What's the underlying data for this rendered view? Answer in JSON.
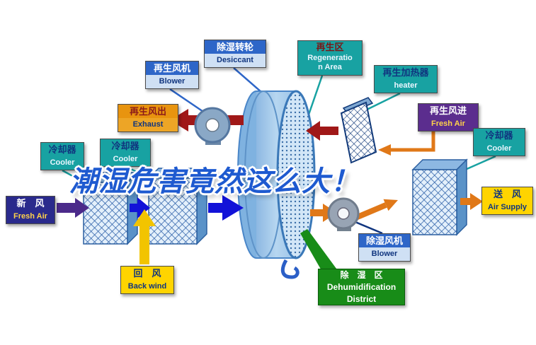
{
  "watermark": "潮湿危害竟然这么大！",
  "labels": {
    "regen_blower": {
      "zh": "再生风机",
      "en": "Blower"
    },
    "desiccant": {
      "zh": "除湿转轮",
      "en": "Desiccant"
    },
    "regeneration_area": {
      "zh": "再生区",
      "en": "Regeneration Area"
    },
    "regen_heater": {
      "zh": "再生加热器",
      "en": "heater"
    },
    "exhaust": {
      "zh": "再生风出",
      "en": "Exhaust"
    },
    "regen_fresh_air": {
      "zh": "再生风进",
      "en": "Fresh Air"
    },
    "cooler_left_outer": {
      "zh": "冷却器",
      "en": "Cooler"
    },
    "cooler_left_inner": {
      "zh": "冷却器",
      "en": "Cooler"
    },
    "cooler_right": {
      "zh": "冷却器",
      "en": "Cooler"
    },
    "fresh_air": {
      "zh": "新　风",
      "en": "Fresh Air"
    },
    "air_supply": {
      "zh": "送　风",
      "en": "Air Supply"
    },
    "back_wind": {
      "zh": "回　风",
      "en": "Back wind"
    },
    "dehum_blower": {
      "zh": "除湿风机",
      "en": "Blower"
    },
    "dehum_district": {
      "zh": "除　湿　区",
      "en1": "Dehumidification",
      "en2": "District"
    }
  },
  "colors": {
    "teal_label": "#18a2a2",
    "blue_label": "#2e66c8",
    "navy_text": "#10357f",
    "orange_label": "#e8940f",
    "purple_label": "#5b2d8e",
    "dark_navy_label": "#2a2a8c",
    "yellow_label": "#ffd400",
    "green_label": "#188c18",
    "arrow_blue": "#1212d8",
    "arrow_red": "#a01818",
    "arrow_orange": "#e07818",
    "arrow_purple": "#4b2a8a",
    "arrow_yellow": "#f2c400",
    "watermark_blue": "#1e5ad0",
    "rotor_blue": "#a8cdec"
  }
}
